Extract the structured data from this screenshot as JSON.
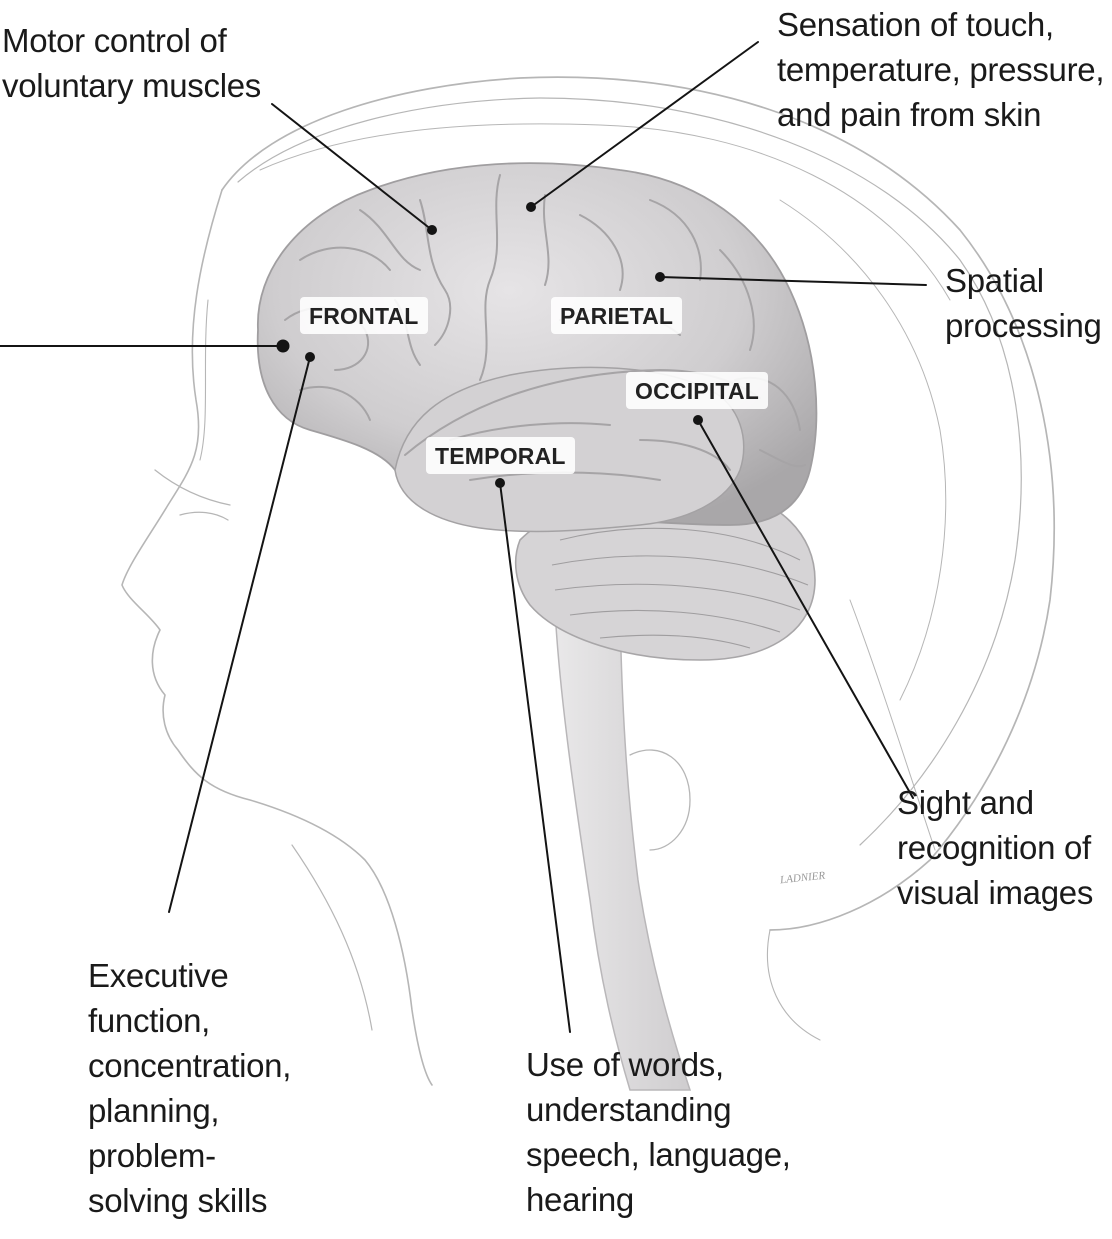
{
  "colors": {
    "brain_fill": "#c9c7c9",
    "sketch_line": "#b6b6b6",
    "leader_line": "#141414"
  },
  "captions": {
    "motor": "Motor control of\nvoluntary muscles",
    "sensation": "Sensation of touch,\ntemperature, pressure,\nand pain from skin",
    "spatial": "Spatial\nprocessing",
    "sight": "Sight and\nrecognition of\nvisual images",
    "executive": "Executive\nfunction,\nconcentration,\nplanning,\nproblem-\nsolving skills",
    "words": "Use of words,\nunderstanding\nspeech, language,\nhearing"
  },
  "lobes": {
    "frontal": "FRONTAL",
    "parietal": "PARIETAL",
    "occipital": "OCCIPITAL",
    "temporal": "TEMPORAL"
  },
  "signature": "LADNIER"
}
